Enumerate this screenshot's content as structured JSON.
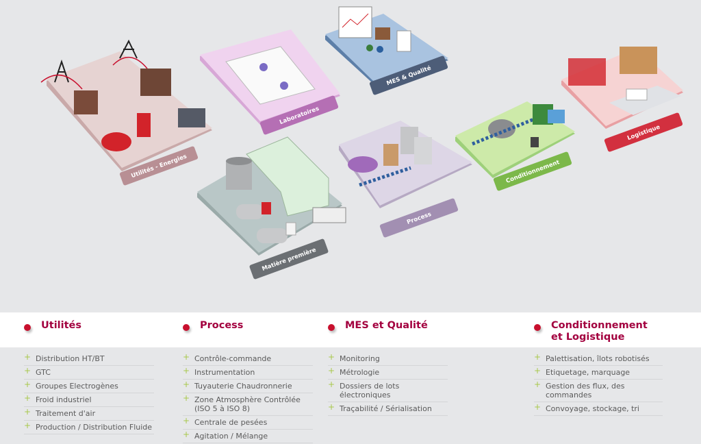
{
  "zones": {
    "utilites": {
      "label": "Utilités - Energies",
      "color": "#b88f94"
    },
    "laboratoires": {
      "label": "Laboratoires",
      "color": "#b56fb4"
    },
    "mes": {
      "label": "MES & Qualité",
      "color": "#4d5d78"
    },
    "matiere": {
      "label": "Matière première",
      "color": "#6b6f73"
    },
    "process": {
      "label": "Process",
      "color": "#a28fb2"
    },
    "conditionnement": {
      "label": "Conditionnement",
      "color": "#7cb84a"
    },
    "logistique": {
      "label": "Logistique",
      "color": "#d2303f"
    }
  },
  "legend": [
    {
      "title": "Utilités",
      "items": [
        "Distribution HT/BT",
        "GTC",
        "Groupes Electrogènes",
        "Froid industriel",
        "Traitement d'air",
        "Production / Distribution Fluide"
      ]
    },
    {
      "title": "Process",
      "items": [
        "Contrôle-commande",
        "Instrumentation",
        "Tuyauterie Chaudronnerie",
        "Zone Atmosphère Contrôlée (ISO 5 à ISO 8)",
        "Centrale de pesées",
        "Agitation / Mélange"
      ]
    },
    {
      "title": "MES et Qualité",
      "items": [
        "Monitoring",
        "Métrologie",
        "Dossiers de lots électroniques",
        "Traçabilité / Sérialisation"
      ]
    },
    {
      "title": "Conditionnement et Logistique",
      "items": [
        "Palettisation, îlots robotisés",
        "Etiquetage, marquage",
        "Gestion des flux, des commandes",
        "Convoyage, stockage, tri"
      ]
    }
  ]
}
